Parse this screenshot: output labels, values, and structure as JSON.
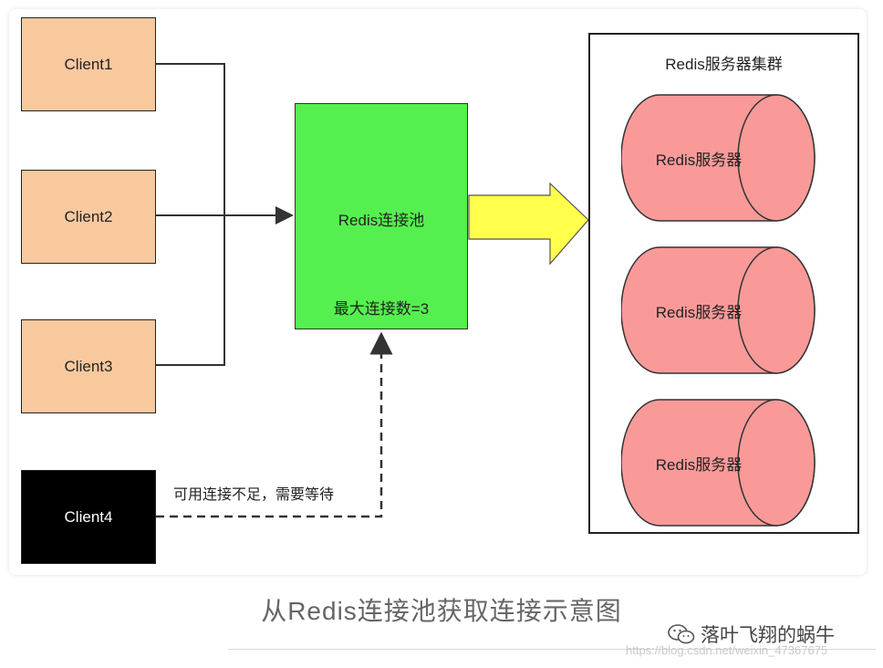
{
  "clients": [
    "Client1",
    "Client2",
    "Client3",
    "Client4"
  ],
  "pool": {
    "name": "Redis连接池",
    "max_label": "最大连接数=3"
  },
  "cluster": {
    "title": "Redis服务器集群",
    "servers": [
      "Redis服务器",
      "Redis服务器",
      "Redis服务器"
    ]
  },
  "wait_label": "可用连接不足，需要等待",
  "caption": "从Redis连接池获取连接示意图",
  "wechat_account": "落叶飞翔的蜗牛",
  "watermark": "https://blog.csdn.net/weixin_47367675",
  "colors": {
    "client": "#f9c99e",
    "client4": "#000000",
    "pool": "#55f04f",
    "server": "#f99a99",
    "arrow": "#ffff4c"
  },
  "icons": {
    "wechat": "wechat-icon"
  }
}
